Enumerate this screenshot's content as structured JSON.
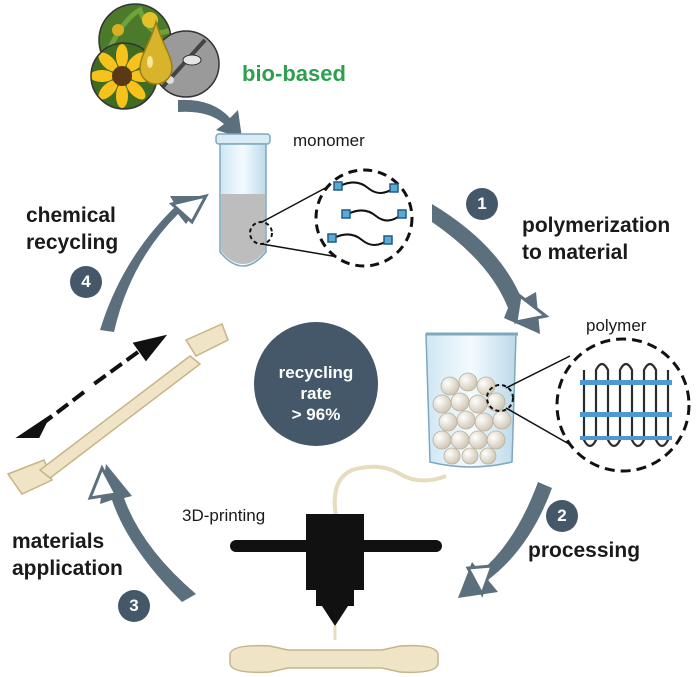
{
  "source_label": "bio-based",
  "monomer_label": "monomer",
  "polymer_label": "polymer",
  "printing_label": "3D-printing",
  "center": {
    "line1": "recycling",
    "line2": "rate",
    "line3": "> 96%"
  },
  "steps": [
    {
      "number": "1",
      "line1": "polymerization",
      "line2": "to material"
    },
    {
      "number": "2",
      "line1": "processing",
      "line2": ""
    },
    {
      "number": "3",
      "line1": "materials",
      "line2": "application"
    },
    {
      "number": "4",
      "line1": "chemical",
      "line2": "recycling"
    }
  ],
  "colors": {
    "cycle_arrow": "#5b6f7d",
    "badge": "#44586a",
    "green_text": "#2e9e4f",
    "specimen": "#f0e4c6",
    "bead": "#ece6d6",
    "monomer_node": "#5aa9d6"
  }
}
